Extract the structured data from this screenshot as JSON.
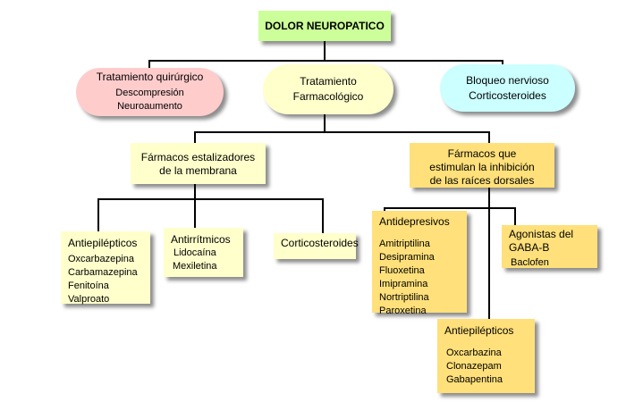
{
  "root": {
    "label": "DOLOR NEUROPATICO",
    "color": "#ccff99"
  },
  "level1": [
    {
      "title": "Tratamiento quirúrgico",
      "items": [
        "Descompresión",
        "Neuroaumento"
      ],
      "color": "#ffcccc"
    },
    {
      "title_lines": [
        "Tratamiento",
        "Farmacológico"
      ],
      "color": "#ffffcc"
    },
    {
      "title_lines": [
        "Bloqueo nervioso",
        "Corticosteroides"
      ],
      "color": "#ccffff"
    }
  ],
  "level2": [
    {
      "title_lines": [
        "Fármacos estalizadores",
        "de la membrana"
      ],
      "color": "#ffffcc"
    },
    {
      "title_lines": [
        "Fármacos que",
        "estimulan la inhibición",
        "de las raíces dorsales"
      ],
      "color": "#ffe07a"
    }
  ],
  "membrane": [
    {
      "title": "Antiepilépticos",
      "items": [
        "Oxcarbazepina",
        "Carbamazepina",
        "Fenitoína",
        "Valproato"
      ]
    },
    {
      "title": "Antirrítmicos",
      "items": [
        "Lidocaína",
        "Mexiletina"
      ]
    },
    {
      "title": "Corticosteroides",
      "items": []
    }
  ],
  "dorsal": [
    {
      "title": "Antidepresivos",
      "items": [
        "Amitriptilina",
        "Desipramina",
        "Fluoxetina",
        "Imipramina",
        "Nortriptilina",
        "Paroxetina"
      ]
    },
    {
      "title_lines": [
        "Agonistas del",
        "GABA-B"
      ],
      "items": [
        "Baclofen"
      ]
    },
    {
      "title": "Antiepilépticos",
      "items": [
        "Oxcarbazina",
        "Clonazepam",
        "Gabapentina"
      ]
    }
  ]
}
